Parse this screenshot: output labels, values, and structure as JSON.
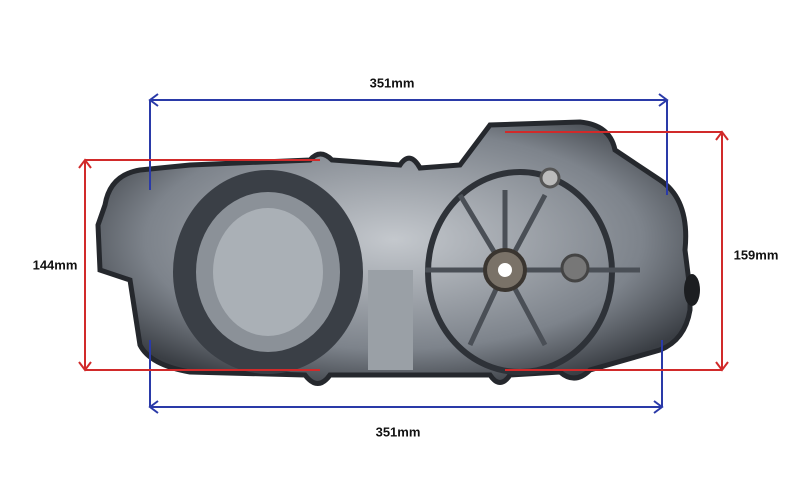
{
  "dimensions": {
    "top_length": "351mm",
    "bottom_length": "351mm",
    "left_height": "144mm",
    "right_height": "159mm"
  },
  "colors": {
    "length_line": "#2a3aa8",
    "height_line": "#d12a2a",
    "part_metal": "#8e949c",
    "part_dark": "#2e3238"
  }
}
